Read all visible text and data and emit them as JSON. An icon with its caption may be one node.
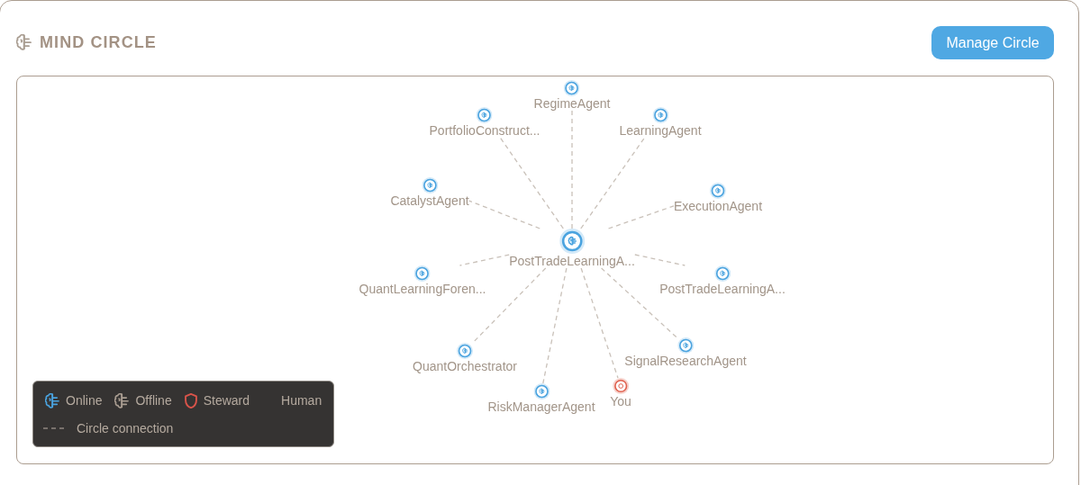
{
  "diagram": {
    "title": "MIND CIRCLE",
    "nodes": [
      {
        "text": [
          "RegimeAgent"
        ]
      },
      {
        "text": [
          "PortfolioConstruct..."
        ]
      },
      {
        "text": [
          "LearningAgent"
        ]
      },
      {
        "text": [
          "CatalystAgent"
        ]
      },
      {
        "text": [
          "ExecutionAgent"
        ]
      },
      {
        "text": [
          "PostTradeLearningA..."
        ]
      },
      {
        "text": [
          "QuantLearningForen..."
        ]
      },
      {
        "text": [
          "PostTradeLearningA..."
        ]
      },
      {
        "text": [
          "SignalResearchAgent"
        ]
      },
      {
        "text": [
          "QuantOrchestrator"
        ]
      },
      {
        "text": [
          "You"
        ]
      },
      {
        "text": [
          "RiskManagerAgent"
        ]
      }
    ],
    "edges": [
      {
        "from": 5,
        "to": 0,
        "arrow": "none",
        "style": "dashed"
      },
      {
        "from": 5,
        "to": 1,
        "arrow": "none",
        "style": "dashed"
      },
      {
        "from": 5,
        "to": 2,
        "arrow": "none",
        "style": "dashed"
      },
      {
        "from": 5,
        "to": 3,
        "arrow": "none",
        "style": "dashed"
      },
      {
        "from": 5,
        "to": 4,
        "arrow": "none",
        "style": "dashed"
      },
      {
        "from": 5,
        "to": 6,
        "arrow": "none",
        "style": "dashed"
      },
      {
        "from": 5,
        "to": 7,
        "arrow": "none",
        "style": "dashed"
      },
      {
        "from": 5,
        "to": 8,
        "arrow": "none",
        "style": "dashed"
      },
      {
        "from": 5,
        "to": 9,
        "arrow": "none",
        "style": "dashed"
      },
      {
        "from": 5,
        "to": 10,
        "arrow": "none",
        "style": "dashed"
      },
      {
        "from": 5,
        "to": 11,
        "arrow": "none",
        "style": "dashed"
      }
    ],
    "labels": [
      "Manage Circle"
    ],
    "legend": [
      {
        "text": "Online"
      },
      {
        "text": "Offline"
      },
      {
        "text": "Steward"
      },
      {
        "text": "Human"
      },
      {
        "text": "Circle connection"
      }
    ]
  }
}
